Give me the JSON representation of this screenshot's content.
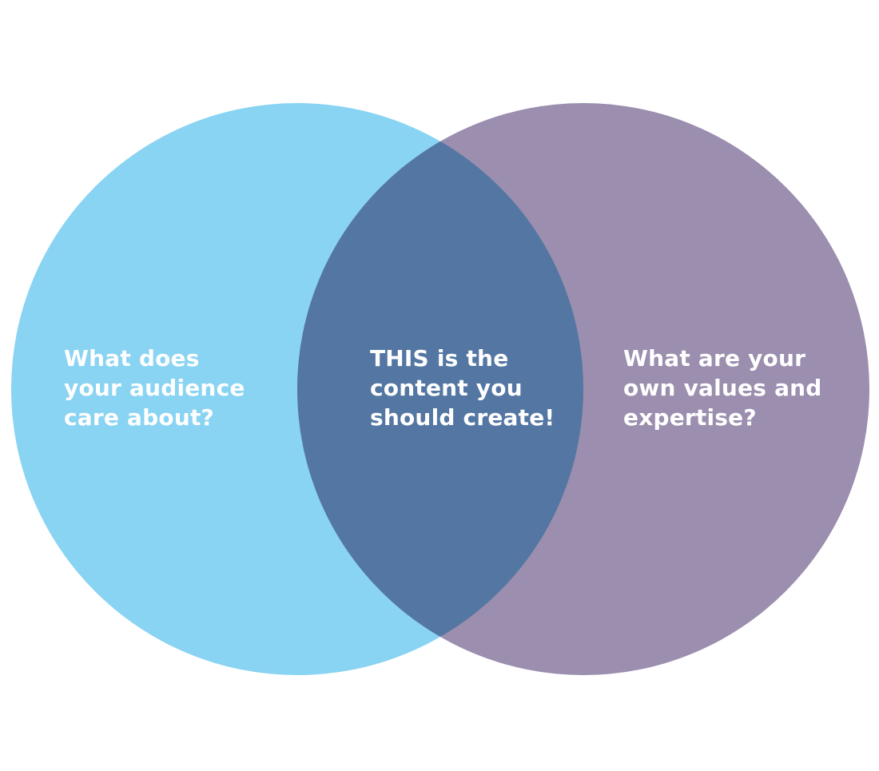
{
  "colors": {
    "background": "#ffffff",
    "left_circle": "#89d3f3",
    "right_circle": "#9b8eae",
    "intersection": "#5376a2",
    "text": "#ffffff"
  },
  "left": {
    "lines": [
      "What does",
      "your audience",
      "care about?"
    ]
  },
  "center": {
    "lines": [
      "THIS is the",
      "content you",
      "should create!"
    ]
  },
  "right": {
    "lines": [
      "What are your",
      "own values and",
      "expertise?"
    ]
  }
}
